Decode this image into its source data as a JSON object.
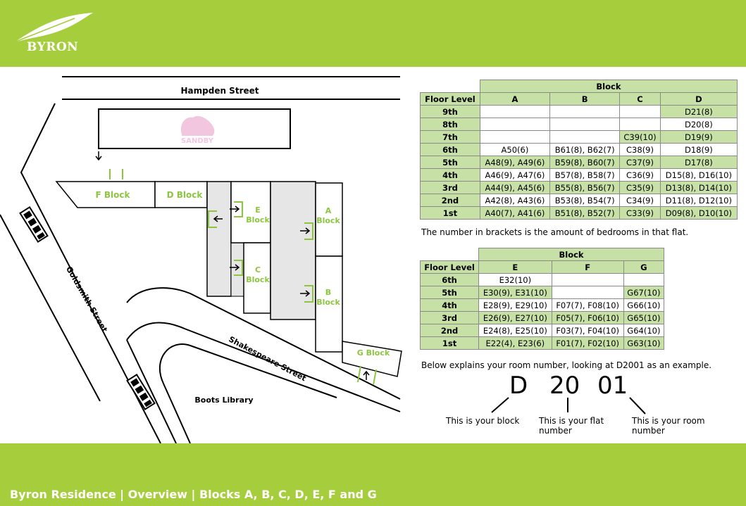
{
  "header": {
    "logo_text": "BYRON"
  },
  "footer": {
    "title": "Byron Residence | Overview | Blocks A, B, C, D, E, F and G"
  },
  "map": {
    "streets": {
      "hampden": "Hampden Street",
      "goldsmith": "Goldsmith Street",
      "shakespeare": "Shakespeare Street",
      "boots": "Boots Library"
    },
    "sandby_label": "SANDBY",
    "blocks": {
      "f": "F Block",
      "d": "D Block",
      "e1": "E",
      "e2": "Block",
      "c1": "C",
      "c2": "Block",
      "a1": "A",
      "a2": "Block",
      "b1": "B",
      "b2": "Block",
      "g": "G Block"
    }
  },
  "table1": {
    "group_header": "Block",
    "headers": [
      "Floor Level",
      "A",
      "B",
      "C",
      "D"
    ],
    "rows": [
      [
        "9th",
        "",
        "",
        "",
        "D21(8)"
      ],
      [
        "8th",
        "",
        "",
        "",
        "D20(8)"
      ],
      [
        "7th",
        "",
        "",
        "C39(10)",
        "D19(9)"
      ],
      [
        "6th",
        "A50(6)",
        "B61(8), B62(7)",
        "C38(9)",
        "D18(9)"
      ],
      [
        "5th",
        "A48(9), A49(6)",
        "B59(8), B60(7)",
        "C37(9)",
        "D17(8)"
      ],
      [
        "4th",
        "A46(9), A47(6)",
        "B57(8), B58(7)",
        "C36(9)",
        "D15(8), D16(10)"
      ],
      [
        "3rd",
        "A44(9), A45(6)",
        "B55(8), B56(7)",
        "C35(9)",
        "D13(8), D14(10)"
      ],
      [
        "2nd",
        "A42(8), A43(6)",
        "B53(8), B54(7)",
        "C34(9)",
        "D11(8), D12(10)"
      ],
      [
        "1st",
        "A40(7), A41(6)",
        "B51(8), B52(7)",
        "C33(9)",
        "D09(8), D10(10)"
      ]
    ]
  },
  "note1": "The number in brackets is the amount of bedrooms in that flat.",
  "table2": {
    "group_header": "Block",
    "headers": [
      "Floor Level",
      "E",
      "F",
      "G"
    ],
    "rows": [
      [
        "6th",
        "E32(10)",
        "",
        ""
      ],
      [
        "5th",
        "E30(9), E31(10)",
        "",
        "G67(10)"
      ],
      [
        "4th",
        "E28(9), E29(10)",
        "F07(7), F08(10)",
        "G66(10)"
      ],
      [
        "3rd",
        "E26(9), E27(10)",
        "F05(7), F06(10)",
        "G65(10)"
      ],
      [
        "2nd",
        "E24(8), E25(10)",
        "F03(7), F04(10)",
        "G64(10)"
      ],
      [
        "1st",
        "E22(4), E23(6)",
        "F01(7), F02(10)",
        "G63(10)"
      ]
    ]
  },
  "note2": "Below explains your room number, looking at D2001 as an example.",
  "room_example": {
    "block": "D",
    "flat": "20",
    "room": "01",
    "block_text": "This is your block",
    "flat_text_1": "This is your flat",
    "flat_text_2": "number",
    "room_text_1": "This is your room",
    "room_text_2": "number"
  },
  "colors": {
    "brand_green": "#a5cd3c",
    "table_green": "#c6e0a6",
    "building_grey": "#e6e6e6",
    "sandby_pink": "#f2c6df"
  }
}
